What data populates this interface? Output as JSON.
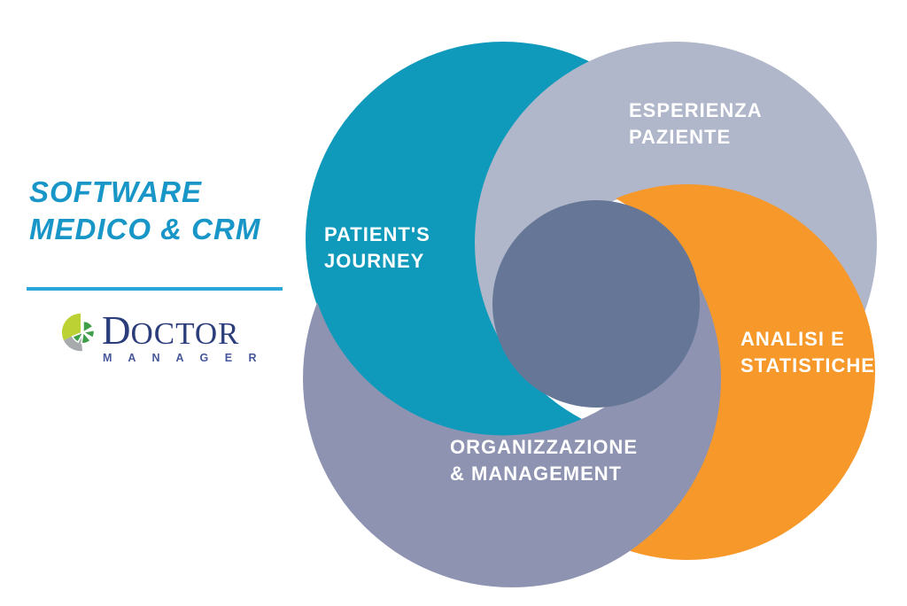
{
  "page": {
    "background": "#ffffff"
  },
  "left_panel": {
    "title_line1": "SOFTWARE",
    "title_line2": "MEDICO & CRM",
    "title_color": "#1796c7",
    "divider_color": "#2aa7d8",
    "logo": {
      "brand_initial": "D",
      "brand_rest": "OCTOR",
      "brand_sub": "M A N A G E R",
      "navy": "#2b3d7b",
      "sub_navy": "#47569a",
      "lime": "#bcd234",
      "green": "#3f9e49",
      "silver": "#a7abae"
    }
  },
  "diagram": {
    "center_color": "#667697",
    "segments": [
      {
        "id": "patients-journey",
        "label_line1": "PATIENT'S",
        "label_line2": "JOURNEY",
        "color": "#0f9abc"
      },
      {
        "id": "esperienza-paziente",
        "label_line1": "ESPERIENZA",
        "label_line2": "PAZIENTE",
        "color": "#b1b7ca"
      },
      {
        "id": "analisi-statistiche",
        "label_line1": "ANALISI E",
        "label_line2": "STATISTICHE",
        "color": "#f7982b"
      },
      {
        "id": "organizzazione-management",
        "label_line1": "ORGANIZZAZIONE",
        "label_line2": "& MANAGEMENT",
        "color": "#8e93b1"
      }
    ],
    "label_color": "#ffffff"
  }
}
